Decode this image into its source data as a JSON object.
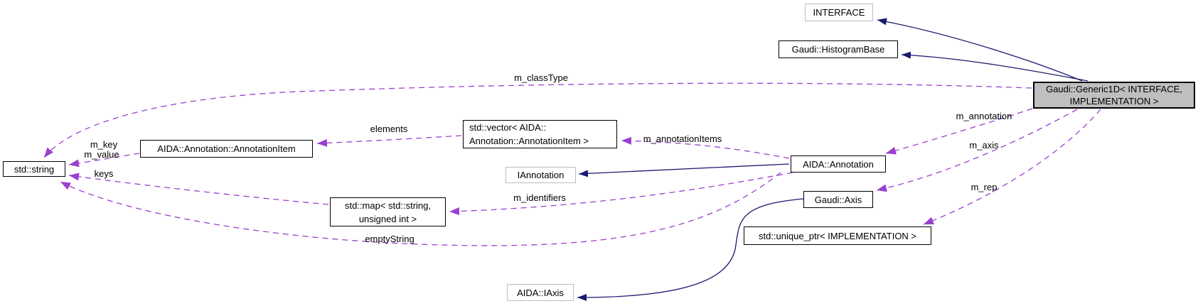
{
  "diagram": {
    "type": "doxygen-collaboration-class-diagram",
    "colors": {
      "background": "#ffffff",
      "inheritance_edge": "#191970",
      "usage_edge": "#9a3fcf",
      "node_fill": "#ffffff",
      "node_border": "#000000",
      "external_node_border": "#bebebe",
      "selected_node_fill": "#bfbfbf",
      "text": "#000000"
    },
    "nodes": {
      "interface": {
        "label": "INTERFACE"
      },
      "histogram_base": {
        "label": "Gaudi::HistogramBase"
      },
      "generic1d": {
        "line1": "Gaudi::Generic1D< INTERFACE,",
        "line2": "IMPLEMENTATION >"
      },
      "std_string": {
        "label": "std::string"
      },
      "annotation_item": {
        "label": "AIDA::Annotation::AnnotationItem"
      },
      "std_vector": {
        "line1": "std::vector< AIDA::",
        "line2": "Annotation::AnnotationItem >"
      },
      "iannotation": {
        "label": "IAnnotation"
      },
      "aida_annotation": {
        "label": "AIDA::Annotation"
      },
      "gaudi_axis": {
        "label": "Gaudi::Axis"
      },
      "unique_ptr": {
        "label": "std::unique_ptr< IMPLEMENTATION >"
      },
      "std_map": {
        "line1": "std::map< std::string,",
        "line2": "unsigned int >"
      },
      "aida_iaxis": {
        "label": "AIDA::IAxis"
      }
    },
    "edge_labels": {
      "m_classType": "m_classType",
      "elements": "elements",
      "m_annotationItems": "m_annotationItems",
      "m_identifiers": "m_identifiers",
      "emptyString": "emptyString",
      "m_key": "m_key",
      "m_value": "m_value",
      "keys": "keys",
      "m_annotation": "m_annotation",
      "m_axis": "m_axis",
      "m_rep": "m_rep"
    }
  }
}
